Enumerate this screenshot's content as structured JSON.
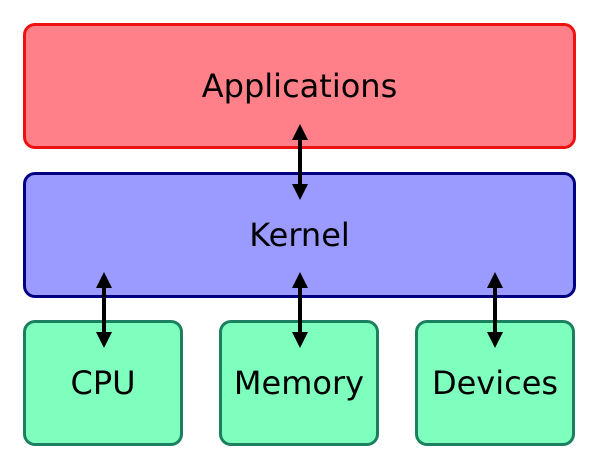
{
  "diagram": {
    "top": {
      "label": "Applications",
      "fill": "#ff8088",
      "stroke": "#ee1111"
    },
    "middle": {
      "label": "Kernel",
      "fill": "#9a9aff",
      "stroke": "#000080"
    },
    "bottom": [
      {
        "label": "CPU",
        "fill": "#7fffbe",
        "stroke": "#1a8060"
      },
      {
        "label": "Memory",
        "fill": "#7fffbe",
        "stroke": "#1a8060"
      },
      {
        "label": "Devices",
        "fill": "#7fffbe",
        "stroke": "#1a8060"
      }
    ],
    "arrow_color": "#000000"
  }
}
